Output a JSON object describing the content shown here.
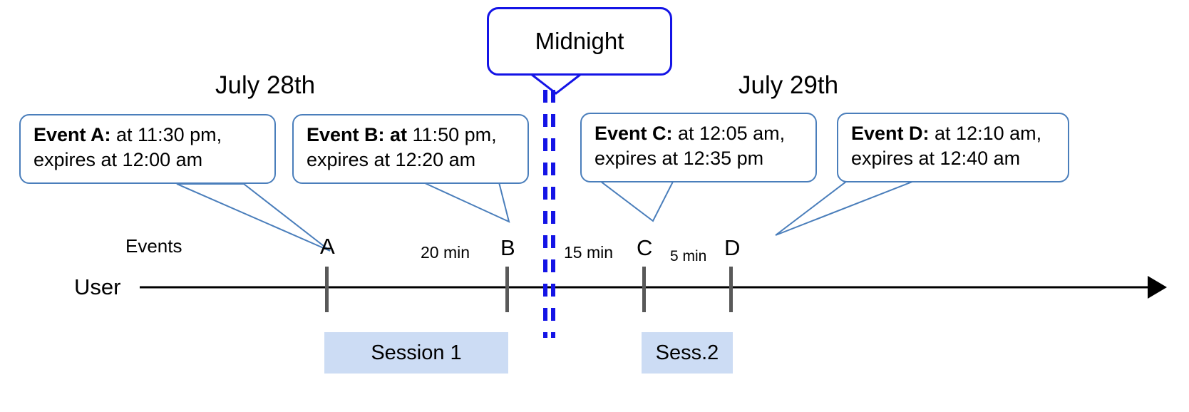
{
  "diagram": {
    "title": "Event expiry across midnight timeline",
    "colors": {
      "callout_border": "#4a7ebb",
      "midnight_blue": "#1414e6",
      "session_fill": "#ccdcf4",
      "tick_gray": "#595959",
      "axis_black": "#000000"
    }
  },
  "midnight": {
    "label": "Midnight"
  },
  "dates": {
    "left": "July 28th",
    "right": "July 29th"
  },
  "rows": {
    "events_label": "Events",
    "user_label": "User"
  },
  "callouts": [
    {
      "id": "event-a",
      "bold": "Event A:",
      "rest": " at 11:30 pm,",
      "line2": "expires at 12:00 am"
    },
    {
      "id": "event-b",
      "bold": "Event B: at",
      "rest": " 11:50 pm,",
      "line2": "expires at 12:20 am"
    },
    {
      "id": "event-c",
      "bold": "Event C:",
      "rest": " at 12:05 am,",
      "line2": "expires at 12:35 pm"
    },
    {
      "id": "event-d",
      "bold": "Event D:",
      "rest": "  at 12:10 am,",
      "line2": "expires at 12:40 am"
    }
  ],
  "ticks": [
    {
      "id": "tick-a",
      "letter": "A"
    },
    {
      "id": "tick-b",
      "letter": "B"
    },
    {
      "id": "tick-c",
      "letter": "C"
    },
    {
      "id": "tick-d",
      "letter": "D"
    }
  ],
  "intervals": [
    {
      "id": "interval-ab",
      "label": "20 min"
    },
    {
      "id": "interval-bc",
      "label": "15 min"
    },
    {
      "id": "interval-cd",
      "label": "5 min"
    }
  ],
  "sessions": [
    {
      "id": "session-1",
      "label": "Session 1"
    },
    {
      "id": "session-2",
      "label": "Sess.2"
    }
  ],
  "chart_data": {
    "type": "timeline",
    "title": "Event expiry across midnight timeline",
    "axis": {
      "name": "User",
      "direction": "left-to-right",
      "arrow": true
    },
    "day_boundary": {
      "label": "Midnight",
      "between": [
        "July 28th",
        "July 29th"
      ]
    },
    "events": [
      {
        "name": "A",
        "occurs_at": "11:30 pm",
        "expires_at": "12:00 am",
        "day": "July 28th"
      },
      {
        "name": "B",
        "occurs_at": "11:50 pm",
        "expires_at": "12:20 am",
        "day": "July 28th"
      },
      {
        "name": "C",
        "occurs_at": "12:05 am",
        "expires_at": "12:35 pm",
        "day": "July 29th"
      },
      {
        "name": "D",
        "occurs_at": "12:10 am",
        "expires_at": "12:40 am",
        "day": "July 29th"
      }
    ],
    "gaps": [
      {
        "from": "A",
        "to": "B",
        "duration": "20 min"
      },
      {
        "from": "B",
        "to": "C",
        "duration": "15 min"
      },
      {
        "from": "C",
        "to": "D",
        "duration": "5 min"
      }
    ],
    "sessions": [
      {
        "label": "Session 1",
        "spans": [
          "A",
          "B"
        ]
      },
      {
        "label": "Sess.2",
        "spans": [
          "C",
          "D"
        ]
      }
    ]
  }
}
